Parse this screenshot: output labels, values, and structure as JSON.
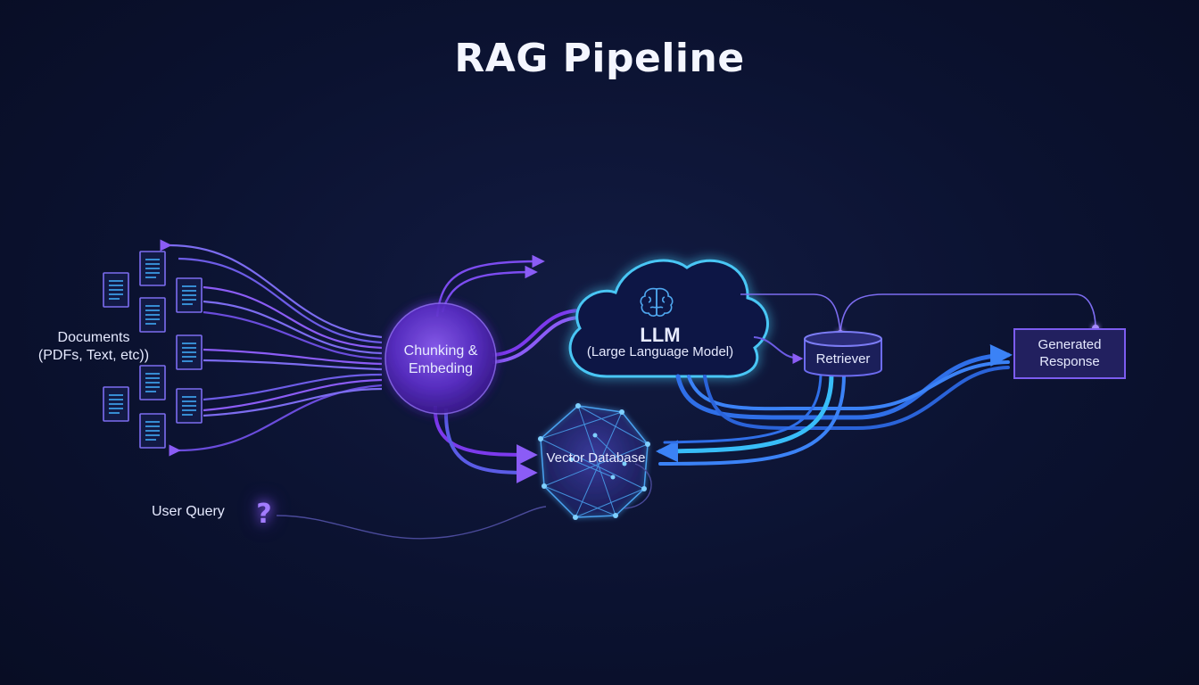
{
  "title": "RAG Pipeline",
  "nodes": {
    "documents": "Documents\n(PDFs, Text, etc))",
    "chunking": "Chunking &\nEmbeding",
    "llm_title": "LLM",
    "llm_subtitle": "(Large Language Model)",
    "retriever": "Retriever",
    "response": "Generated\nResponse",
    "vector_db": "Vector Database",
    "user_query": "User Query"
  },
  "icons": {
    "documents": "document-icon",
    "llm": "brain-icon",
    "vector_db": "network-sphere-icon",
    "retriever": "cylinder-icon",
    "user_query": "question-mark-icon"
  },
  "colors": {
    "background": "#0b1230",
    "purple": "#8b5cf6",
    "violet": "#6d4ce0",
    "blue": "#3b82f6",
    "cyan": "#38bdf8"
  }
}
